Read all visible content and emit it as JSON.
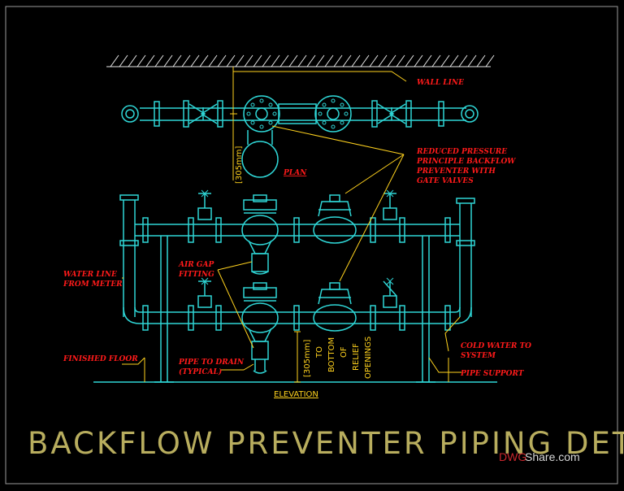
{
  "title": "BACKFLOW PREVENTER PIPING DETAIL",
  "view_label": "ELEVATION",
  "labels": {
    "wall_line": "WALL LINE",
    "plan": "PLAN",
    "rpz_1": "REDUCED PRESSURE",
    "rpz_2": "PRINCIPLE BACKFLOW",
    "rpz_3": "PREVENTER WITH",
    "rpz_4": "GATE VALVES",
    "water_line_1": "WATER LINE",
    "water_line_2": "FROM METER",
    "air_gap_1": "AIR GAP",
    "air_gap_2": "FITTING",
    "finished_floor": "FINISHED FLOOR",
    "drain_1": "PIPE TO DRAIN",
    "drain_2": "(TYPICAL)",
    "cold_water_1": "COLD WATER TO",
    "cold_water_2": "SYSTEM",
    "pipe_support": "PIPE SUPPORT"
  },
  "dimensions": {
    "plan_offset": "[305mm]",
    "relief_1": "[305mm]",
    "relief_2": "TO",
    "relief_3": "BOTTOM",
    "relief_4": "OF",
    "relief_5": "RELIEF",
    "relief_6": "OPENINGS"
  },
  "watermark": {
    "part1": "DWG",
    "part2": "Share.com"
  },
  "colors": {
    "pipe": "#2fd6d6",
    "leader": "#ffd21e",
    "label": "#ff1a1a",
    "hatch": "#e8e8e8",
    "frame": "#9a9a9a"
  }
}
